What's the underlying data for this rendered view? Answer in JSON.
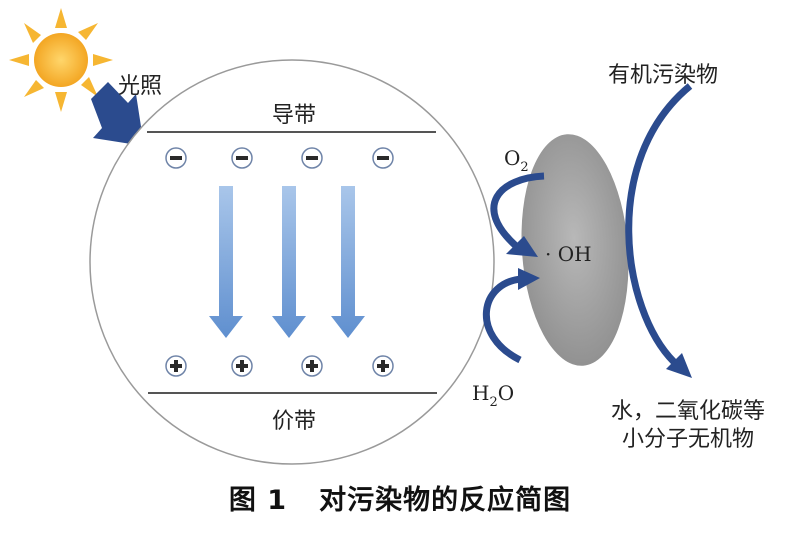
{
  "light_label": "光照",
  "conduction_band": "导带",
  "valence_band": "价带",
  "electron_symbol": "−",
  "hole_symbol": "+",
  "electron_count": 4,
  "hole_count": 4,
  "o2": {
    "base": "O",
    "sub": "2"
  },
  "h2o": {
    "base": "H",
    "sub": "2",
    "tail": "O"
  },
  "radical": "· OH",
  "pollutant": "有机污染物",
  "products": [
    "水，二氧化碳等",
    "小分子无机物"
  ],
  "caption": {
    "number": "图 1",
    "text": "对污染物的反应简图"
  },
  "colors": {
    "sun": "#f6b632",
    "arrow_blue": "#2b4b8e",
    "transfer_arrow": "#7aa3d6",
    "particle": "#9aa2ad",
    "band_line": "#555555",
    "circle": "#9a9a9a"
  }
}
